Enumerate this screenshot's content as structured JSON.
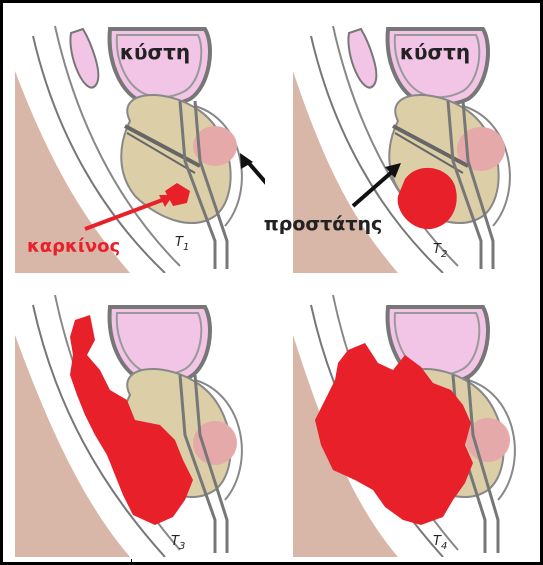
{
  "labels": {
    "bladder": "κύστη",
    "prostate": "προστάτης",
    "cancer": "καρκίνος"
  },
  "stages": [
    {
      "id": "T1",
      "label": "T",
      "sub": "1"
    },
    {
      "id": "T2",
      "label": "T",
      "sub": "2"
    },
    {
      "id": "T3",
      "label": "T",
      "sub": "3"
    },
    {
      "id": "T4",
      "label": "T",
      "sub": "4"
    }
  ],
  "colors": {
    "tumor": "#e8202a",
    "bladder": "#f2c4e6",
    "prostate": "#dccfa8",
    "tissue": "#d8b6a8",
    "gland": "#e5a9a9",
    "outline": "#555555"
  }
}
